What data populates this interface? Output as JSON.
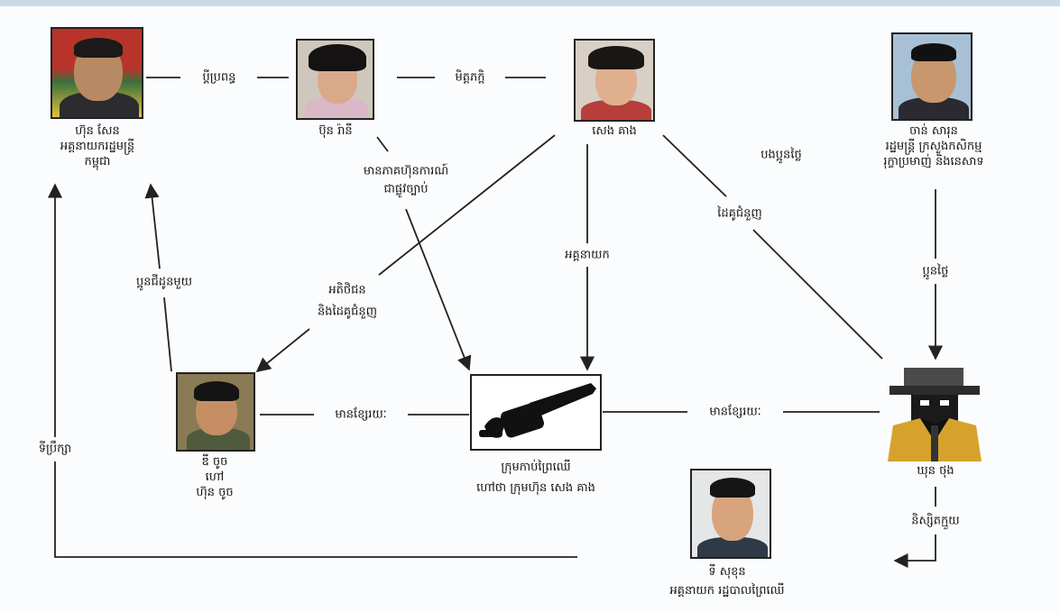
{
  "nodes": {
    "hun_sen": {
      "line1": "ហ៊ុន សែន",
      "line2": "អគ្គនាយករដ្ឋមន្ត្រី",
      "line3": "កម្ពុជា"
    },
    "bun_rany": {
      "line1": "ប៊ុន រ៉ានី"
    },
    "seng_keang": {
      "line1": "សេង គាង"
    },
    "chan_sarun": {
      "line1": "ចាន់ សារុន",
      "line2": "រដ្ឋមន្ត្រី ក្រសួងកសិកម្ម",
      "line3": "រុក្ខាប្រមាញ់ និងនេសាទ"
    },
    "dy_chouch": {
      "line1": "ឌី ចូច",
      "line2": "ហៅ",
      "line3": "ហ៊ុន ចូច"
    },
    "chainsaw": {
      "line1": "ក្រុមកាប់ព្រៃឈើ",
      "line2": "ហៅថា ក្រុមហ៊ុន សេង គាង"
    },
    "khun_thong": {
      "line1": "ឃុន ថុង"
    },
    "ty_sokhun": {
      "line1": "ទី សុខុន",
      "line2": "អគ្គនាយក រដ្ឋបាលព្រៃឈើ"
    }
  },
  "edges": {
    "husband_wife": "ប្តីប្រពន្ធ",
    "friends": "មិត្តភក្តិ",
    "has_shares_1": "មានភាគហ៊ុនការណ៍",
    "has_shares_2": "ជាផ្លូវច្បាប់",
    "siblings_in_law": "បងប្អូនថ្លៃ",
    "director": "អគ្គនាយក",
    "business_partner": "ដៃគូជំនួញ",
    "customer_1": "អតិថិជន",
    "customer_2": "និងដៃគូជំនួញ",
    "cousin": "ប្អូនជីដូនមួយ",
    "brother_in_law": "ប្អូនថ្លៃ",
    "linked_left": "មានខ្សែរយៈ",
    "linked_right": "មានខ្សែរយៈ",
    "advisor": "ទីប្រឹក្សា",
    "nephew": "និស្សិតក្មួយ"
  }
}
